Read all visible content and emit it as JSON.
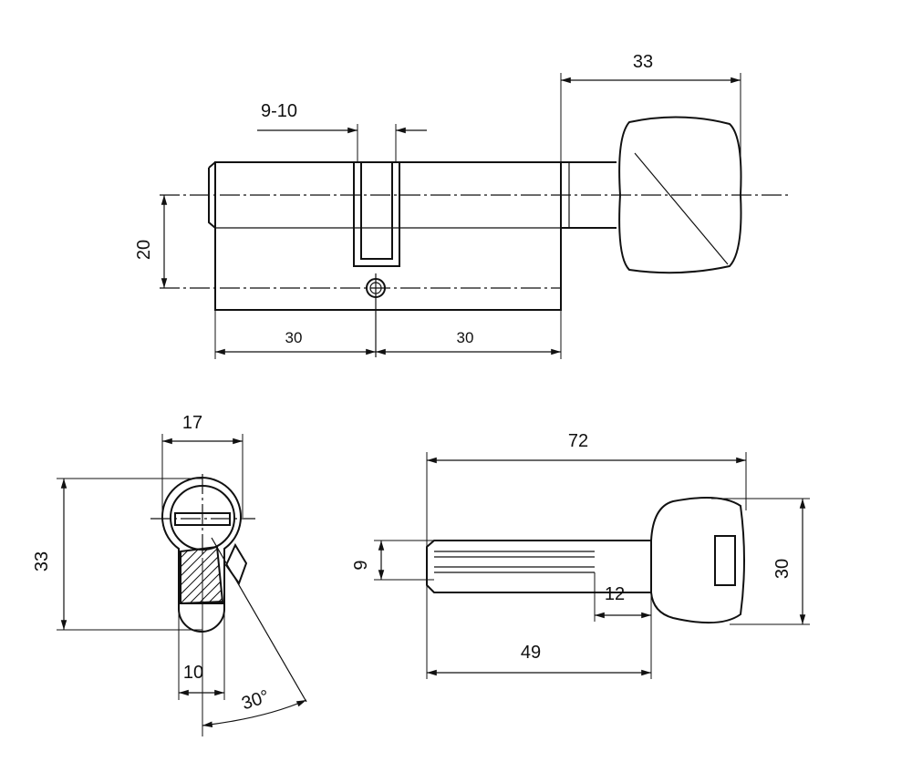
{
  "dimensions": {
    "knob_length": "33",
    "cam_width": "9-10",
    "height_axis": "20",
    "half_left": "30",
    "half_right": "30",
    "profile_width": "17",
    "profile_height": "33",
    "profile_bottom": "10",
    "cam_angle": "30°",
    "key_length": "72",
    "key_blade_height": "9",
    "key_head_height": "30",
    "key_shoulder": "12",
    "key_blade_length": "49"
  }
}
